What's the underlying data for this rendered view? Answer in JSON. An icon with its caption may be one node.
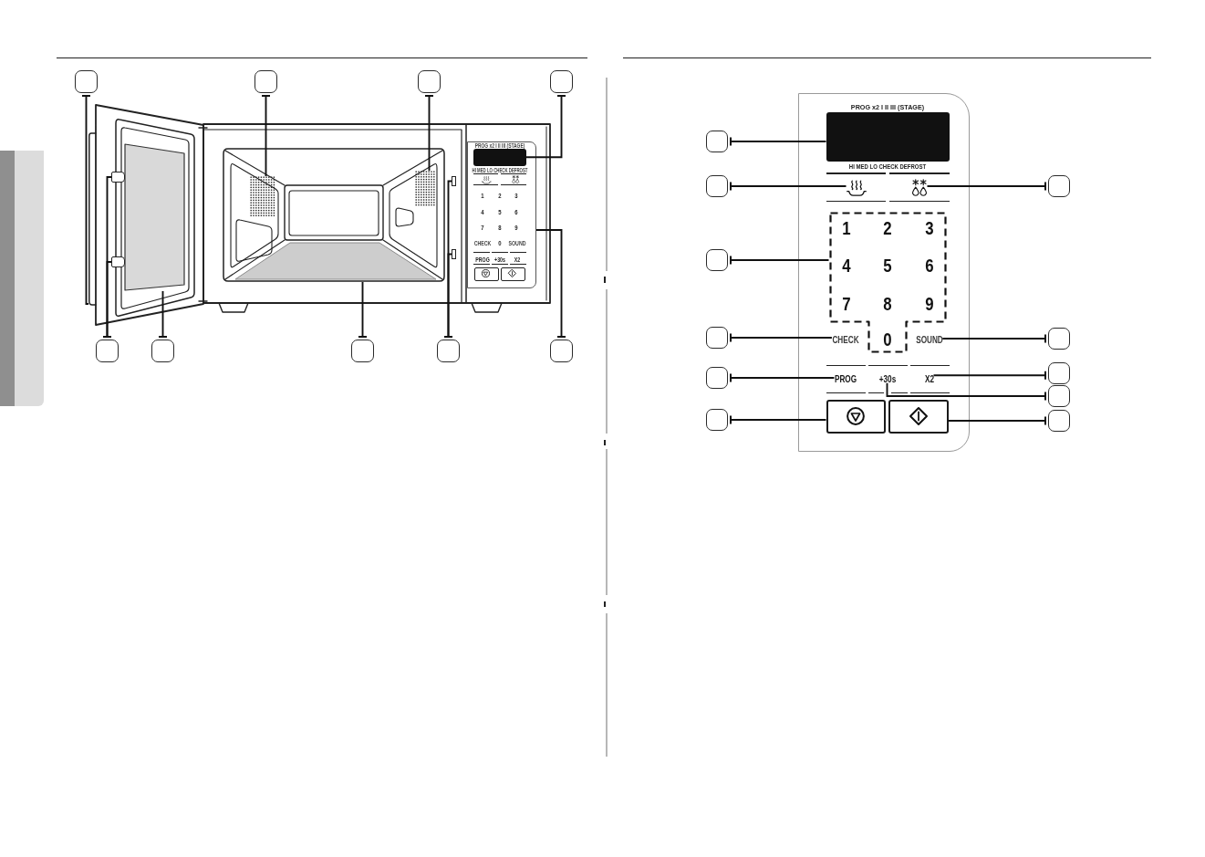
{
  "diagram": {
    "nodes": [
      {
        "text": [],
        "shape": "box"
      },
      {
        "text": [],
        "shape": "box"
      },
      {
        "text": [],
        "shape": "box"
      },
      {
        "text": [],
        "shape": "box"
      },
      {
        "text": [],
        "shape": "picture"
      },
      {
        "text": [],
        "shape": "box",
        "in": 4
      },
      {
        "text": [],
        "shape": "box",
        "in": 4
      },
      {
        "text": [],
        "shape": "box",
        "in": 4
      },
      {
        "text": [],
        "shape": "picture"
      },
      {
        "text": [],
        "shape": "picture"
      },
      {
        "text": [],
        "shape": "box"
      },
      {
        "text": [],
        "shape": "box"
      },
      {
        "text": [],
        "shape": "picture"
      },
      {
        "text": [
          "PROG x2 I II III (STAGE)",
          "HI MED LO CHECK DEFROST",
          "1",
          "2",
          "3",
          "4",
          "5",
          "6",
          "7",
          "8",
          "9",
          "CHECK",
          "0",
          "SOUND",
          "PROG",
          "+30s",
          "X2"
        ]
      },
      {
        "text": [],
        "shape": "box",
        "in": 13
      },
      {
        "text": [],
        "shape": "box"
      },
      {
        "text": [],
        "shape": "box"
      },
      {
        "text": [],
        "shape": "box"
      },
      {
        "text": [],
        "shape": "box"
      },
      {
        "text": [],
        "shape": "box"
      },
      {
        "text": [
          "PROG x2 I II III (STAGE)",
          "HI MED LO CHECK DEFROST"
        ]
      },
      {
        "text": [],
        "shape": "box",
        "in": 20
      },
      {
        "text": [],
        "shape": "picture",
        "in": 20
      },
      {
        "text": [],
        "shape": "picture",
        "in": 20
      },
      {
        "text": [
          "1",
          "2",
          "3",
          "4",
          "5",
          "6",
          "7",
          "8",
          "9",
          "0"
        ],
        "in": 20
      },
      {
        "text": [
          "CHECK"
        ],
        "in": 20
      },
      {
        "text": [
          "SOUND"
        ],
        "in": 20
      },
      {
        "text": [
          "PROG"
        ],
        "in": 20
      },
      {
        "text": [
          "+30s"
        ],
        "in": 20
      },
      {
        "text": [
          "X2"
        ],
        "in": 20
      },
      {
        "text": [],
        "shape": "box",
        "in": 20
      },
      {
        "text": [],
        "shape": "box",
        "in": 20
      },
      {
        "text": [],
        "shape": "box"
      },
      {
        "text": [],
        "shape": "box"
      },
      {
        "text": [],
        "shape": "box"
      },
      {
        "text": [],
        "shape": "box"
      },
      {
        "text": [],
        "shape": "box"
      },
      {
        "text": [],
        "shape": "box"
      },
      {
        "text": [],
        "shape": "box"
      },
      {
        "text": [],
        "shape": "box"
      },
      {
        "text": [],
        "shape": "box"
      },
      {
        "text": [],
        "shape": "box"
      },
      {
        "text": [],
        "shape": "box"
      },
      {
        "text": [],
        "shape": "bar"
      }
    ],
    "edges": [
      {
        "from": 0,
        "to": 4,
        "arrow": "other"
      },
      {
        "from": 1,
        "to": 8,
        "arrow": "other"
      },
      {
        "from": 2,
        "to": 9,
        "arrow": "other"
      },
      {
        "from": 3,
        "to": 14,
        "arrow": "other"
      },
      {
        "from": 15,
        "to": 6,
        "arrow": "other"
      },
      {
        "from": 15,
        "to": 7,
        "arrow": "other"
      },
      {
        "from": 16,
        "to": 5,
        "arrow": "other"
      },
      {
        "from": 17,
        "to": 12,
        "arrow": "other"
      },
      {
        "from": 18,
        "to": 10,
        "arrow": "other"
      },
      {
        "from": 18,
        "to": 11,
        "arrow": "other"
      },
      {
        "from": 19,
        "to": 13,
        "arrow": "other"
      },
      {
        "from": 32,
        "to": 21,
        "arrow": "other"
      },
      {
        "from": 33,
        "to": 22,
        "arrow": "other"
      },
      {
        "from": 38,
        "to": 23,
        "arrow": "other"
      },
      {
        "from": 34,
        "to": 24,
        "arrow": "other"
      },
      {
        "from": 35,
        "to": 25,
        "arrow": "other"
      },
      {
        "from": 39,
        "to": 26,
        "arrow": "other"
      },
      {
        "from": 36,
        "to": 27,
        "arrow": "other"
      },
      {
        "from": 40,
        "to": 29,
        "arrow": "other"
      },
      {
        "from": 41,
        "to": 28,
        "arrow": "other"
      },
      {
        "from": 37,
        "to": 30,
        "arrow": "other"
      },
      {
        "from": 42,
        "to": 31,
        "arrow": "other"
      }
    ]
  }
}
